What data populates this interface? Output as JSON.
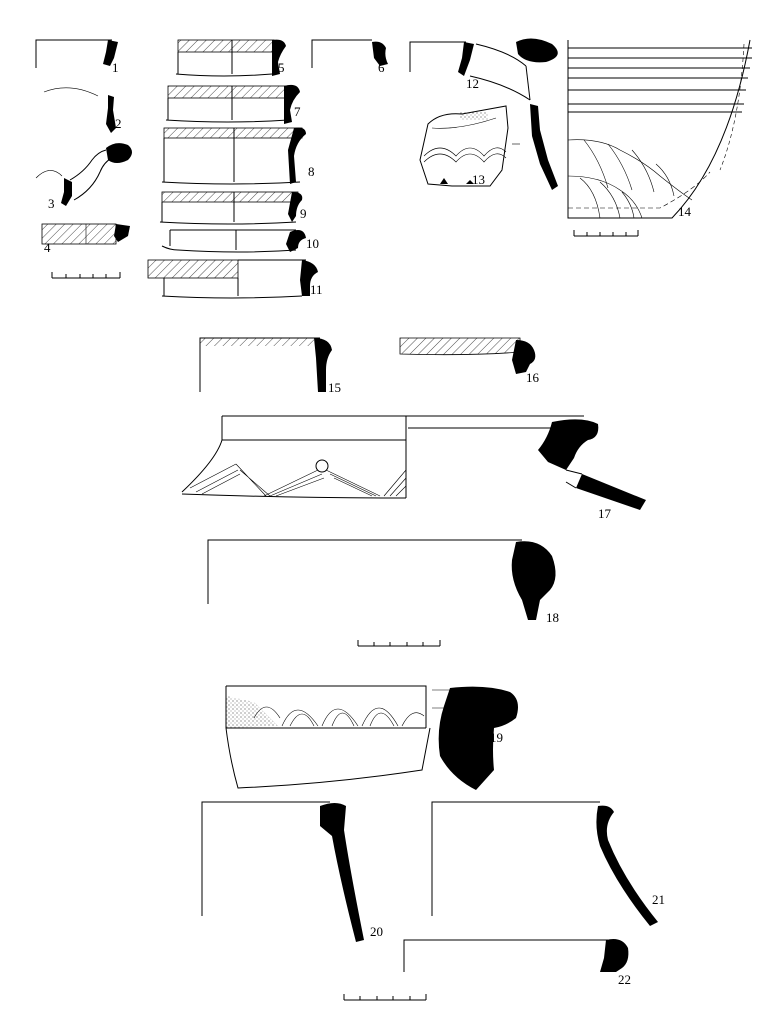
{
  "figure": {
    "sherds": [
      {
        "id": "1",
        "label": "1"
      },
      {
        "id": "2",
        "label": "2"
      },
      {
        "id": "3",
        "label": "3"
      },
      {
        "id": "4",
        "label": "4"
      },
      {
        "id": "5",
        "label": "5"
      },
      {
        "id": "6",
        "label": "6"
      },
      {
        "id": "7",
        "label": "7"
      },
      {
        "id": "8",
        "label": "8"
      },
      {
        "id": "9",
        "label": "9"
      },
      {
        "id": "10",
        "label": "10"
      },
      {
        "id": "11",
        "label": "11"
      },
      {
        "id": "12",
        "label": "12"
      },
      {
        "id": "13",
        "label": "13"
      },
      {
        "id": "14",
        "label": "14"
      },
      {
        "id": "15",
        "label": "15"
      },
      {
        "id": "16",
        "label": "16"
      },
      {
        "id": "17",
        "label": "17"
      },
      {
        "id": "18",
        "label": "18"
      },
      {
        "id": "19",
        "label": "19"
      },
      {
        "id": "20",
        "label": "20"
      },
      {
        "id": "21",
        "label": "21"
      },
      {
        "id": "22",
        "label": "22"
      }
    ],
    "scale_bars": [
      "scale-bar-a",
      "scale-bar-b",
      "scale-bar-c",
      "scale-bar-d"
    ],
    "ink_color": "#000000",
    "paper_color": "#ffffff"
  }
}
